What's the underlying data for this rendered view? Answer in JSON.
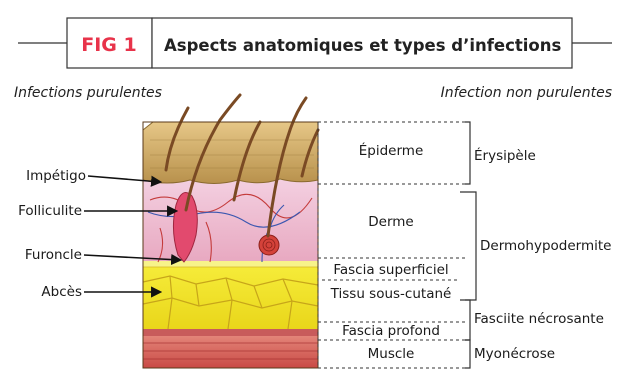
{
  "header": {
    "fig_label": "FIG 1",
    "title": "Aspects anatomiques et types d’infections"
  },
  "subheadings": {
    "left": "Infections purulentes",
    "right": "Infection non purulentes"
  },
  "left_labels": {
    "impetigo": "Impétigo",
    "folliculite": "Folliculite",
    "furoncle": "Furoncle",
    "abces": "Abcès"
  },
  "layer_labels": {
    "epiderme": "Épiderme",
    "derme": "Derme",
    "fascia_superficiel": "Fascia superficiel",
    "tissu": "Tissu sous-cutané",
    "fascia_profond": "Fascia profond",
    "muscle": "Muscle"
  },
  "right_labels": {
    "erysipele": "Érysipèle",
    "dermohypodermite": "Dermohypodermite",
    "fasciite": "Fasciite nécrosante",
    "myonecrose": "Myonécrose"
  },
  "colors": {
    "accent": "#e8334a",
    "epiderme": "#c9a15a",
    "derme": "#efc1d3",
    "tissu": "#f2e31e",
    "muscle": "#d9534f",
    "stroke": "#5a3a1a"
  }
}
